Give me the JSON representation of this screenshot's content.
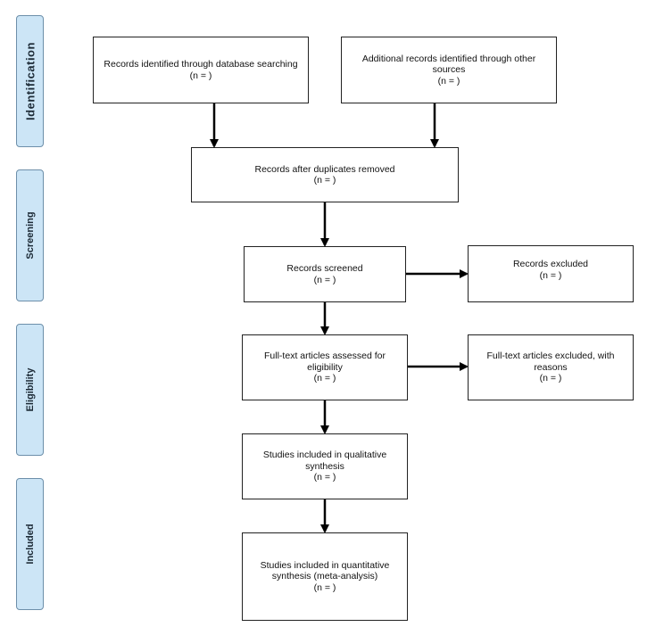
{
  "phases": {
    "identification": "Identification",
    "screening": "Screening",
    "eligibility": "Eligibility",
    "included": "Included"
  },
  "boxes": {
    "db_search": {
      "line1": "Records identified through database searching",
      "count": "(n =    )"
    },
    "other_sources": {
      "line1": "Additional records identified through other",
      "line2": "sources",
      "count": "(n =    )"
    },
    "duplicates_removed": {
      "line1": "Records after duplicates removed",
      "count": "(n =    )"
    },
    "screened": {
      "line1": "Records screened",
      "count": "(n =    )"
    },
    "excluded": {
      "line1": "Records excluded",
      "count": "(n =    )"
    },
    "fulltext_assessed": {
      "line1": "Full-text articles assessed for",
      "line2": "eligibility",
      "count": "(n =    )"
    },
    "fulltext_excluded": {
      "line1": "Full-text articles excluded, with",
      "line2": "reasons",
      "count": "(n =    )"
    },
    "qualitative": {
      "line1": "Studies included in qualitative",
      "line2": "synthesis",
      "count": "(n =    )"
    },
    "quantitative": {
      "line1": "Studies included in quantitative",
      "line2": "synthesis (meta-analysis)",
      "count": "(n =    )"
    }
  }
}
